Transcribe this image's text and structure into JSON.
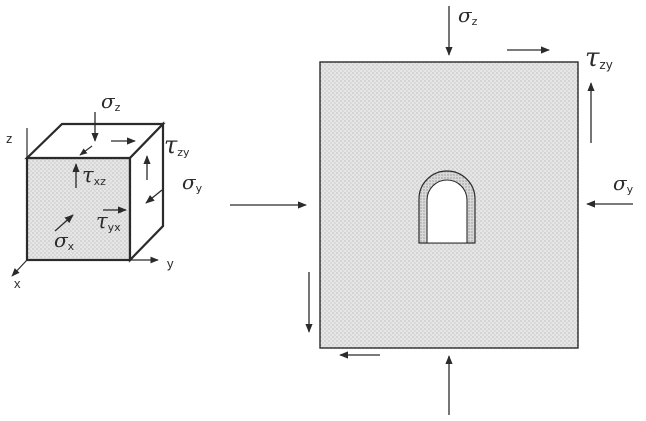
{
  "figure": {
    "cube_element": {
      "labels": {
        "sigma_z": {
          "symbol": "σ",
          "sub": "z"
        },
        "tau_zy": {
          "symbol": "τ",
          "sub": "zy"
        },
        "tau_xz": {
          "symbol": "τ",
          "sub": "xz"
        },
        "sigma_y": {
          "symbol": "σ",
          "sub": "y"
        },
        "tau_yx": {
          "symbol": "τ",
          "sub": "yx"
        },
        "sigma_x": {
          "symbol": "σ",
          "sub": "x"
        }
      },
      "axes": {
        "z": "z",
        "y": "y",
        "x": "x"
      }
    },
    "plate": {
      "labels": {
        "sigma_z": {
          "symbol": "σ",
          "sub": "z"
        },
        "tau_zy": {
          "symbol": "τ",
          "sub": "zy"
        },
        "sigma_y": {
          "symbol": "σ",
          "sub": "y"
        }
      },
      "opening": "tunnel-opening"
    }
  },
  "colors": {
    "ink": "#2b2b2b",
    "stipple_light": "#dcdcdc",
    "stipple_dark": "#8f8f8f",
    "lining": "#9a9a9a"
  }
}
